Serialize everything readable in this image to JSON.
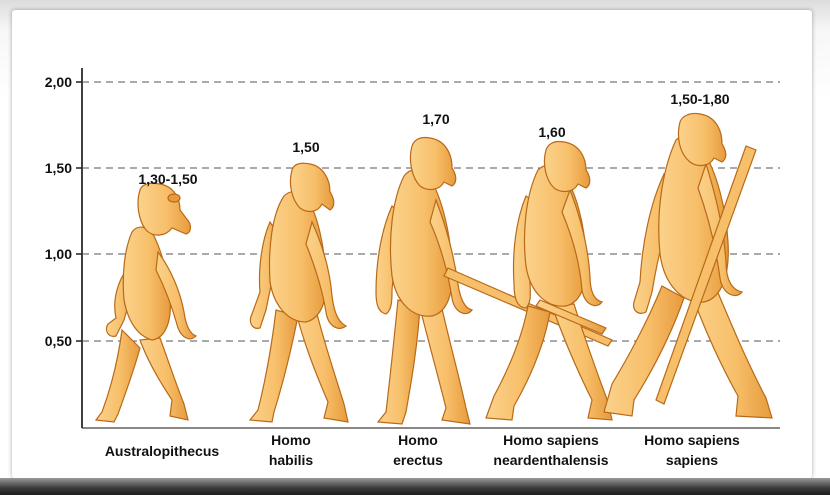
{
  "y_axis": {
    "ticks": [
      "2,00",
      "1,50",
      "1,00",
      "0,50"
    ]
  },
  "figures": [
    {
      "species_line1": "Australopithecus",
      "species_line2": "",
      "height": "1,30-1,50"
    },
    {
      "species_line1": "Homo",
      "species_line2": "habilis",
      "height": "1,50"
    },
    {
      "species_line1": "Homo",
      "species_line2": "erectus",
      "height": "1,70"
    },
    {
      "species_line1": "Homo sapiens",
      "species_line2": "neardenthalensis",
      "height": "1,60"
    },
    {
      "species_line1": "Homo sapiens",
      "species_line2": "sapiens",
      "height": "1,50-1,80"
    }
  ],
  "colors": {
    "skin": "#f7bf6a",
    "skin_dark": "#d78a2a",
    "outline": "#b86a18",
    "gridline": "#555555"
  }
}
